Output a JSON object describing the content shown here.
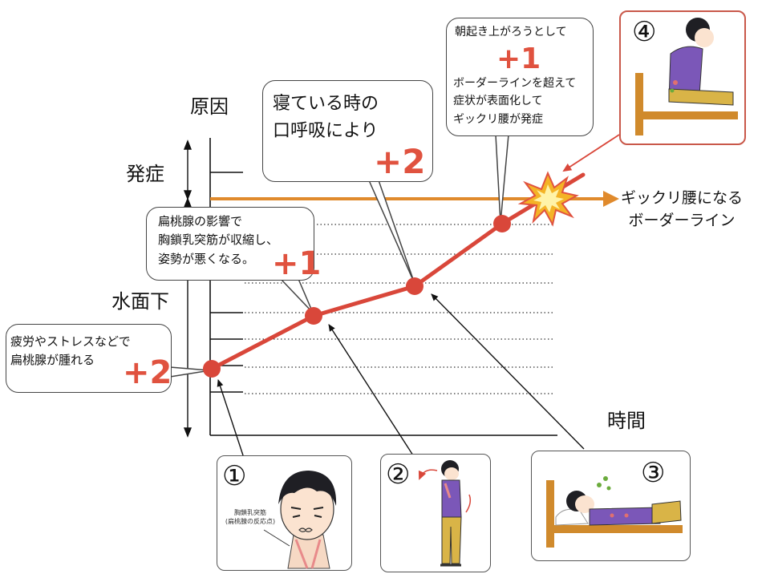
{
  "axis": {
    "y_label": "原因",
    "x_label": "時間",
    "zone_onset": "発症",
    "zone_under": "水面下"
  },
  "border_line": {
    "label": "ギックリ腰になる\nボーダーライン",
    "color": "#e08a2c"
  },
  "trend_color": "#d9473a",
  "score_color": "#e0523f",
  "callouts": {
    "c1": {
      "text": "疲労やストレスなどで\n扁桃腺が腫れる",
      "score": "+2"
    },
    "c2": {
      "text": "扁桃腺の影響で\n胸鎖乳突筋が収縮し、\n姿勢が悪くなる。",
      "score": "+1"
    },
    "c3": {
      "text": "寝ている時の\n口呼吸により",
      "score": "+2"
    },
    "c4": {
      "text_top": "朝起き上がろうとして",
      "score": "+1",
      "text_bottom": "ボーダーラインを超えて\n症状が表面化して\nギックリ腰が発症"
    }
  },
  "panels": {
    "p1": {
      "number": "①",
      "caption": "胸鎖乳突筋\n(扁桃腺の反応点)"
    },
    "p2": {
      "number": "②"
    },
    "p3": {
      "number": "③"
    },
    "p4": {
      "number": "④"
    }
  }
}
